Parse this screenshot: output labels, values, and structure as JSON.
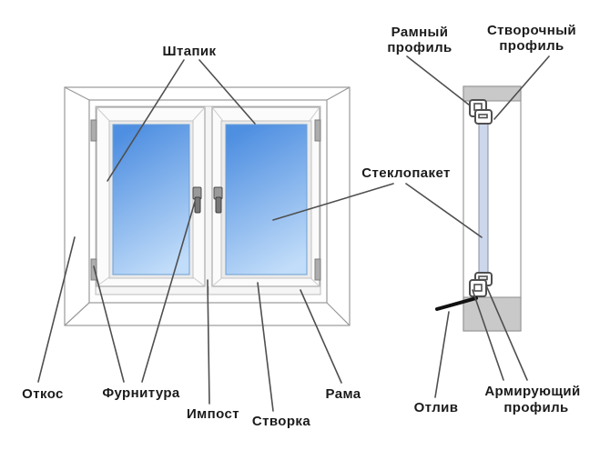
{
  "diagram": {
    "type": "plastic-window-construction-diagram",
    "views": {
      "front_view": "window-front-view",
      "section_view": "window-profile-cross-section"
    },
    "labels": {
      "glazing_bead": "Штапик",
      "frame_profile_line1": "Рамный",
      "frame_profile_line2": "профиль",
      "sash_profile_line1": "Створочный",
      "sash_profile_line2": "профиль",
      "glass_unit": "Стеклопакет",
      "slope": "Откос",
      "hardware": "Фурнитура",
      "mullion": "Импост",
      "sash": "Створка",
      "frame": "Рама",
      "drip": "Отлив",
      "reinforcing_profile_line1": "Армирующий",
      "reinforcing_profile_line2": "профиль"
    }
  },
  "colors": {
    "text": "#1b1b1b",
    "pointer_line": "#4f4f4f",
    "drip_line": "#111111",
    "glass_top": "#4f8fe1",
    "glass_bottom": "#c2ddf9",
    "section_glass": "#ccd7eb",
    "wall": "#c9c9c9",
    "frame_fill": "#fcfcfc",
    "bead_fill": "#ebebeb"
  }
}
